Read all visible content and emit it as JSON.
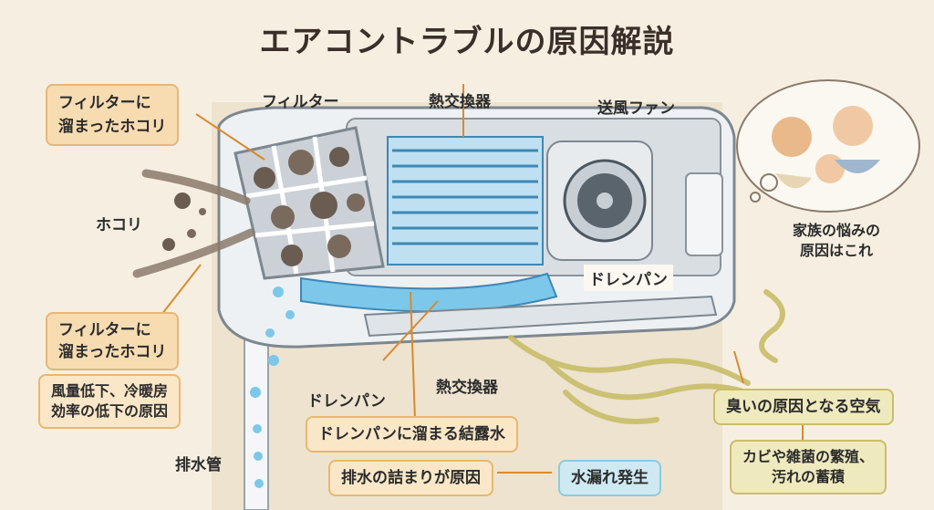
{
  "title": "エアコントラブルの原因解説",
  "labels": {
    "filter_dust_top": [
      "フィルターに",
      "溜まったホコリ"
    ],
    "filter": "フィルター",
    "heat_exchanger_top": "熱交換器",
    "blower_fan": "送風ファン",
    "dust": "ホコリ",
    "drain_pan_right": "ドレンパン",
    "filter_dust_mid": [
      "フィルターに",
      "溜まったホコリ"
    ],
    "airflow_drop": [
      "風量低下、冷暖房",
      "効率の低下の原因"
    ],
    "drain_pan_bottom": "ドレンパン",
    "heat_exchanger_bottom": "熱交換器",
    "drain_pipe": "排水管",
    "condensation": "ドレンパンに溜まる結露水",
    "drain_clog": "排水の詰まりが原因",
    "water_leak": "水漏れ発生",
    "odor_cause": "臭いの原因となる空気",
    "mold": [
      "カビや雑菌の繁殖、",
      "汚れの蓄積"
    ],
    "family_trouble": [
      "家族の悩みの",
      "原因はこれ"
    ]
  },
  "colors": {
    "background": "#f6efe1",
    "unit_body": "#eef1f3",
    "water": "#7cc8ea",
    "dust": "#6b5c52",
    "odor_swirl": "#c9bd6a",
    "leader_line": "#d98a2f"
  }
}
